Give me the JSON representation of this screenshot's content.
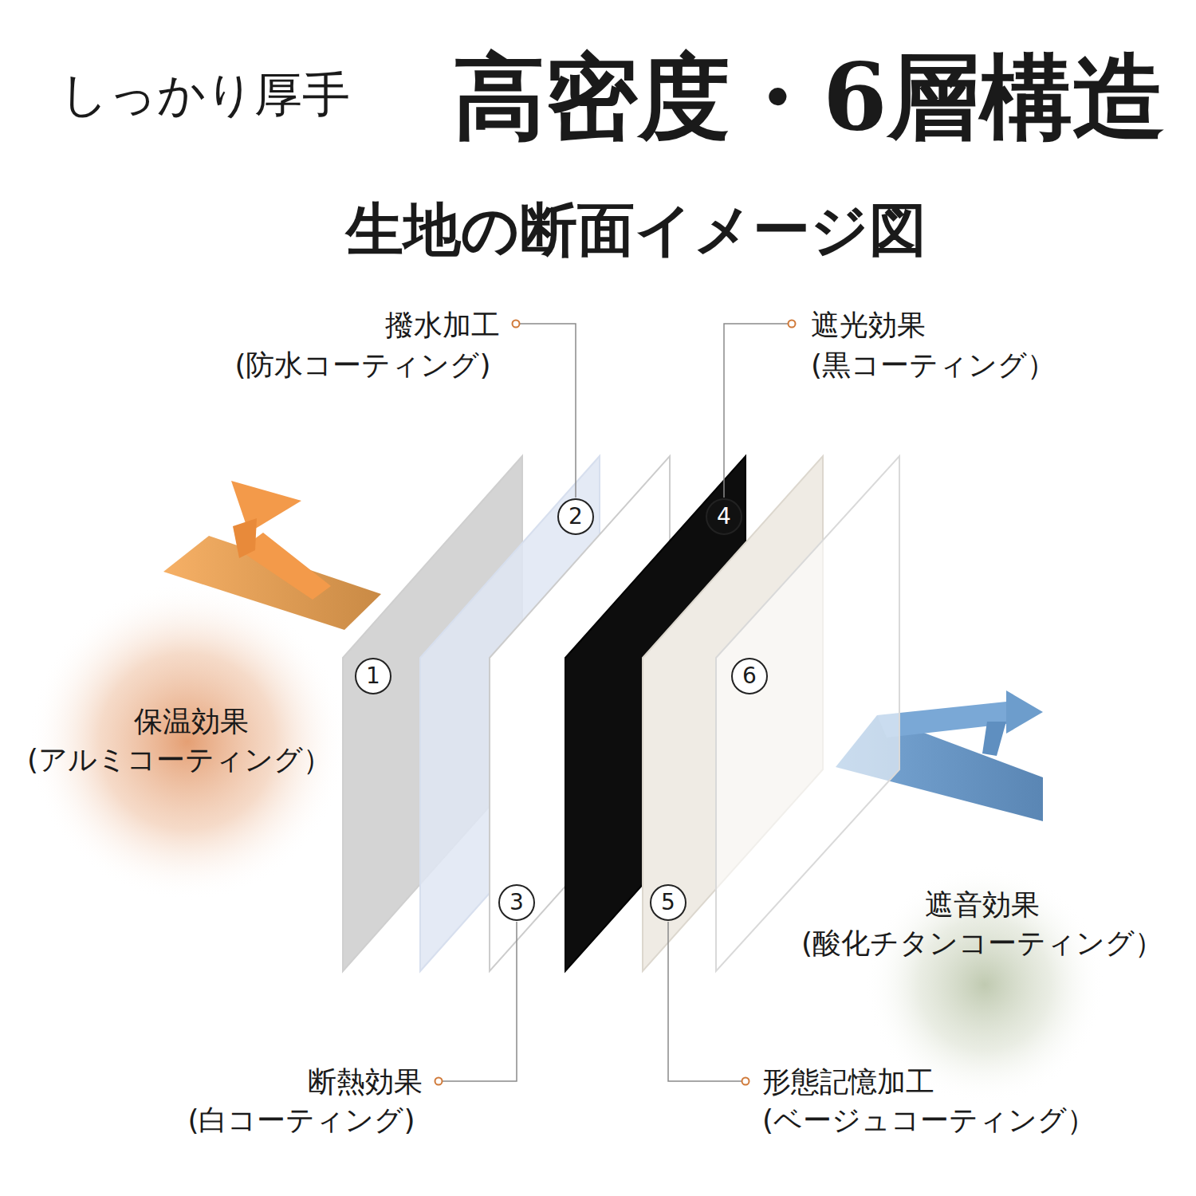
{
  "diagram": {
    "title": "高密度・6層構造",
    "labels": [
      "しっかり厚手",
      "生地の断面イメージ図",
      "撥水加工",
      "(防水コーティング)",
      "遮光効果",
      "(黒コーティング）",
      "保温効果",
      "(アルミコーティング）",
      "断熱効果",
      "(白コーティング)",
      "形態記憶加工",
      "(ベージュコーティング）",
      "遮音効果",
      "(酸化チタンコーティング）",
      "1",
      "2",
      "3",
      "4",
      "5",
      "6"
    ]
  }
}
